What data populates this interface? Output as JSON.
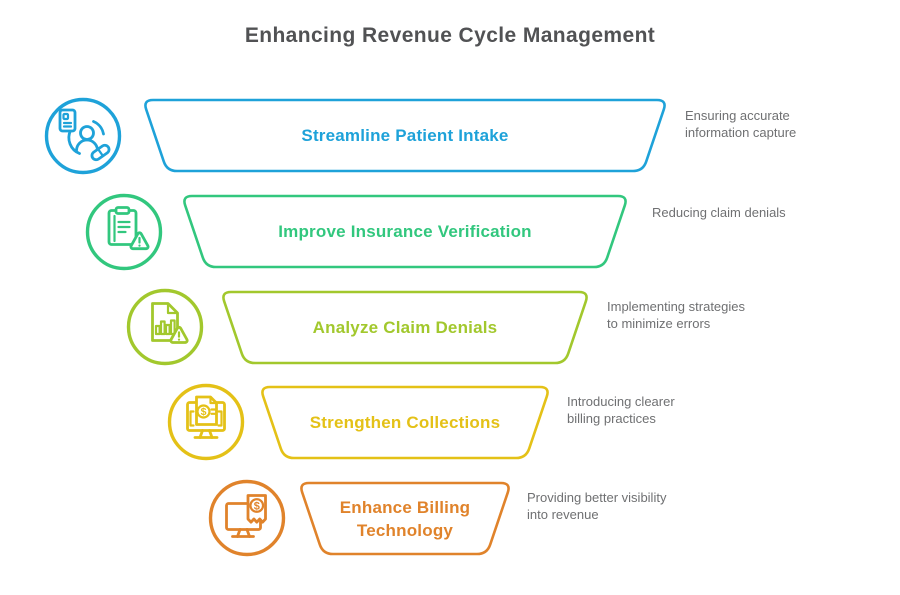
{
  "title": "Enhancing Revenue Cycle Management",
  "colors": {
    "title": "#515254",
    "description": "#6f7072",
    "background": "#ffffff"
  },
  "stages": [
    {
      "label": "Streamline Patient Intake",
      "description": "Ensuring accurate\ninformation capture",
      "color": "#1ea2d9",
      "icon": "patient-intake-icon"
    },
    {
      "label": "Improve Insurance Verification",
      "description": "Reducing claim denials",
      "color": "#32c77e",
      "icon": "insurance-verification-icon"
    },
    {
      "label": "Analyze Claim Denials",
      "description": "Implementing strategies\nto minimize errors",
      "color": "#a2c82d",
      "icon": "claim-denials-icon"
    },
    {
      "label": "Strengthen Collections",
      "description": "Introducing clearer\nbilling practices",
      "color": "#e4c117",
      "icon": "collections-icon"
    },
    {
      "label": "Enhance Billing Technology",
      "description": "Providing better visibility\ninto revenue",
      "color": "#e0832b",
      "icon": "billing-technology-icon"
    }
  ]
}
